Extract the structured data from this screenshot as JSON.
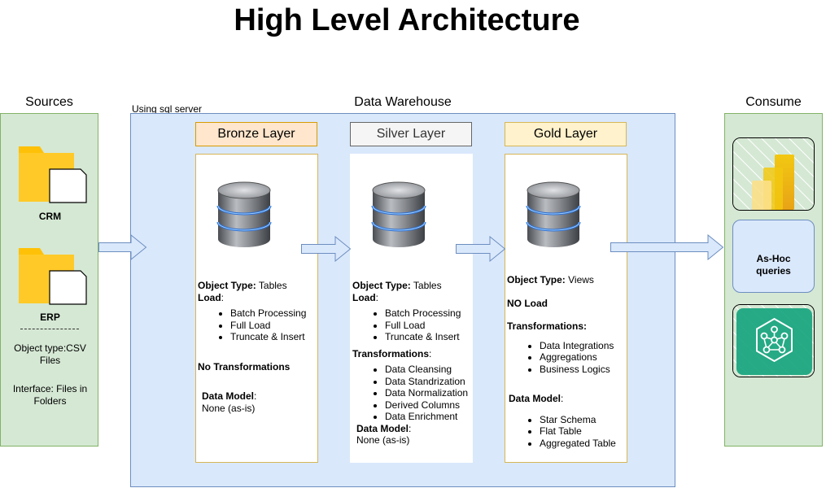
{
  "title": "High Level Architecture",
  "sources": {
    "label": "Sources",
    "items": [
      "CRM",
      "ERP"
    ],
    "object_type": "Object type:CSV Files",
    "interface": "Interface: Files in Folders"
  },
  "warehouse": {
    "label": "Data Warehouse",
    "note": "Using sql server",
    "layers": [
      {
        "name": "Bronze Layer",
        "object_type_key": "Object Type:",
        "object_type_val": " Tables",
        "load_key": "Load",
        "load_items": [
          "Batch Processing",
          "Full Load",
          "Truncate & Insert"
        ],
        "transformations": "No Transformations",
        "data_model_key": "Data Model",
        "data_model_val": "None (as-is)"
      },
      {
        "name": "Silver Layer",
        "object_type_key": "Object Type:",
        "object_type_val": " Tables",
        "load_key": "Load",
        "load_items": [
          "Batch Processing",
          "Full Load",
          "Truncate & Insert"
        ],
        "transformations_key": "Transformations",
        "transformations_items": [
          "Data Cleansing",
          "Data Standrization",
          "Data Normalization",
          "Derived Columns",
          "Data Enrichment"
        ],
        "data_model_key": "Data Model",
        "data_model_val": "None (as-is)"
      },
      {
        "name": "Gold Layer",
        "object_type_key": "Object Type:",
        "object_type_val": " Views",
        "load": "NO Load",
        "transformations_key": "Transformations:",
        "transformations_items": [
          "Data Integrations",
          "Aggregations",
          "Business Logics"
        ],
        "data_model_key": "Data Model",
        "data_model_items": [
          "Star Schema",
          "Flat Table",
          "Aggregated Table"
        ]
      }
    ]
  },
  "consume": {
    "label": "Consume",
    "adhoc": "As-Hoc queries",
    "icons": [
      "power-bi-icon",
      "ml-network-icon"
    ]
  },
  "colors": {
    "green_fill": "#d5e8d4",
    "green_stroke": "#82b366",
    "blue_fill": "#dae8fc",
    "blue_stroke": "#6c8ebf",
    "bronze": "#ffe6cc",
    "silver": "#f5f5f5",
    "gold": "#fff2cc",
    "folder": "#ffc107",
    "ml_green": "#12a37c"
  }
}
